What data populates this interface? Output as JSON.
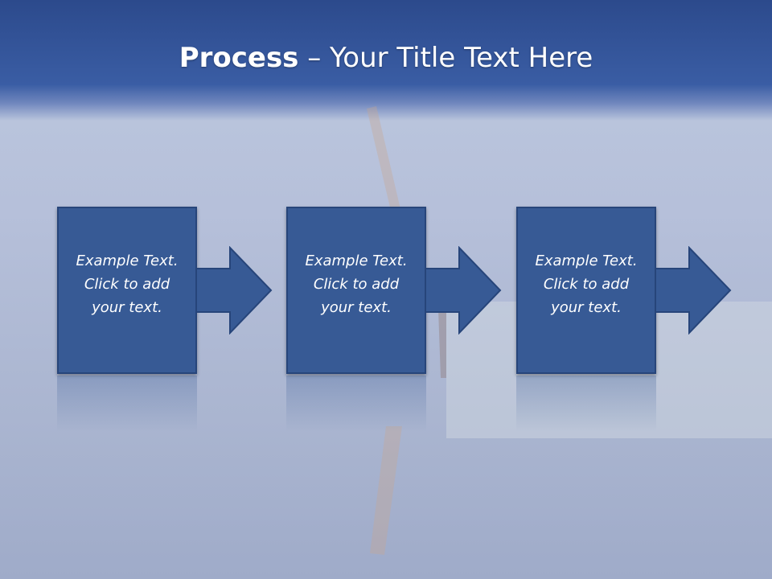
{
  "slide": {
    "title_bold": "Process",
    "title_rest": " – Your Title Text Here"
  },
  "steps": [
    {
      "text": "Example Text.\nClick  to add\nyour text."
    },
    {
      "text": "Example Text.\nClick  to add\nyour text."
    },
    {
      "text": "Example Text.\nClick  to add\nyour text."
    }
  ],
  "colors": {
    "header": "#2c4a8c",
    "box_fill": "#375a95",
    "box_border": "#27457a"
  }
}
